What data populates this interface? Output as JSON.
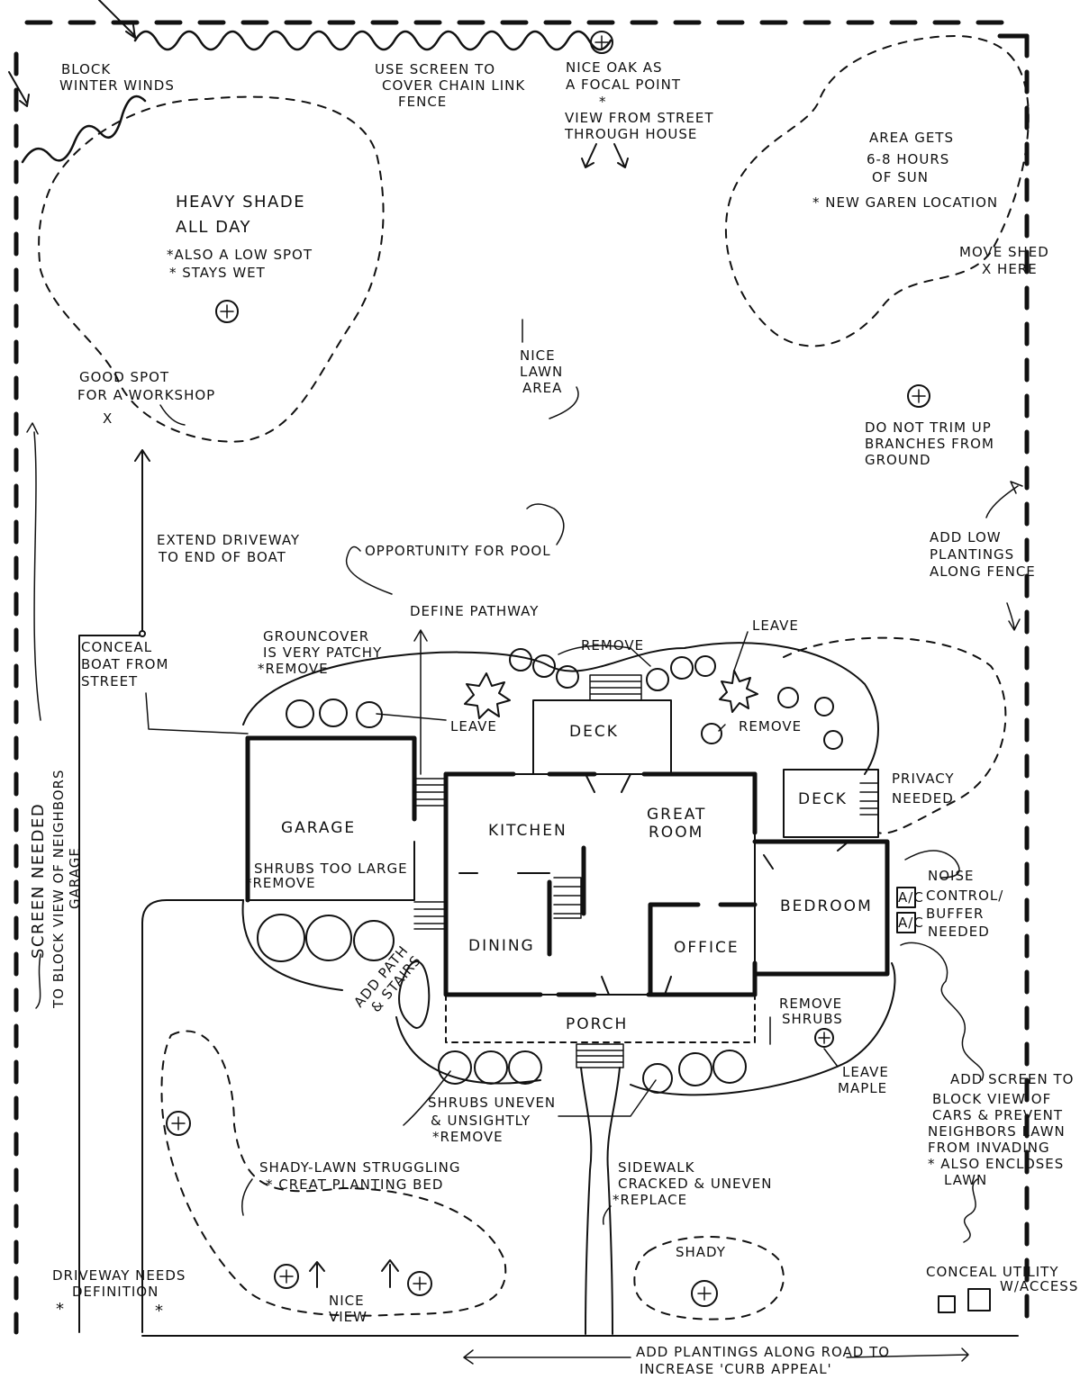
{
  "notes": {
    "block_winter_winds_1": "BLOCK",
    "block_winter_winds_2": "WINTER WINDS",
    "use_screen_1": "USE SCREEN TO",
    "use_screen_2": "COVER CHAIN LINK",
    "use_screen_3": "FENCE",
    "nice_oak_1": "NICE OAK AS",
    "nice_oak_2": "A FOCAL POINT",
    "nice_oak_3": "*",
    "view_street_1": "VIEW FROM STREET",
    "view_street_2": "THROUGH HOUSE",
    "sun_1": "AREA GETS",
    "sun_2": "6-8 HOURS",
    "sun_3": "OF SUN",
    "sun_4": "* NEW GAREN LOCATION",
    "move_shed_1": "MOVE SHED",
    "move_shed_2": "X HERE",
    "heavy_shade_1": "HEAVY SHADE",
    "heavy_shade_2": "ALL DAY",
    "heavy_shade_3": "*ALSO A LOW SPOT",
    "heavy_shade_4": "* STAYS WET",
    "nice_lawn_1": "NICE",
    "nice_lawn_2": "LAWN",
    "nice_lawn_3": "AREA",
    "workshop_1": "GOOD SPOT",
    "workshop_2": "FOR A WORKSHOP",
    "workshop_3": "X",
    "do_not_trim_1": "DO NOT TRIM UP",
    "do_not_trim_2": "BRANCHES FROM",
    "do_not_trim_3": "GROUND",
    "extend_driveway_1": "EXTEND DRIVEWAY",
    "extend_driveway_2": "TO END OF BOAT",
    "pool": "OPPORTUNITY FOR POOL",
    "add_low_1": "ADD LOW",
    "add_low_2": "PLANTINGS",
    "add_low_3": "ALONG FENCE",
    "define_pathway": "DEFINE PATHWAY",
    "conceal_boat_1": "CONCEAL",
    "conceal_boat_2": "BOAT FROM",
    "conceal_boat_3": "STREET",
    "groundcover_1": "GROUNCOVER",
    "groundcover_2": "IS VERY PATCHY",
    "groundcover_3": "*REMOVE",
    "remove_top": "REMOVE",
    "leave_top": "LEAVE",
    "leave_left": "LEAVE",
    "remove_right": "REMOVE",
    "privacy_1": "PRIVACY",
    "privacy_2": "NEEDED",
    "screen_needed_1": "SCREEN NEEDED",
    "screen_needed_2": "TO BLOCK VIEW OF NEIGHBORS",
    "screen_needed_3": "GARAGE",
    "shrubs_large_1": "SHRUBS TOO LARGE",
    "shrubs_large_2": "*REMOVE",
    "noise_1": "NOISE",
    "noise_2": "CONTROL/",
    "noise_3": "BUFFER",
    "noise_4": "NEEDED",
    "ac": "A/C",
    "add_path_1": "ADD PATH",
    "add_path_2": "& STAIRS",
    "remove_shrubs_1": "REMOVE",
    "remove_shrubs_2": "SHRUBS",
    "leave_maple_1": "LEAVE",
    "leave_maple_2": "MAPLE",
    "add_screen_1": "ADD SCREEN TO",
    "add_screen_2": "BLOCK VIEW OF",
    "add_screen_3": "CARS & PREVENT",
    "add_screen_4": "NEIGHBORS LAWN",
    "add_screen_5": "FROM INVADING",
    "add_screen_6": "* ALSO ENCLOSES",
    "add_screen_7": "LAWN",
    "shrubs_uneven_1": "SHRUBS UNEVEN",
    "shrubs_uneven_2": "& UNSIGHTLY",
    "shrubs_uneven_3": "*REMOVE",
    "shady_lawn_1": "SHADY-LAWN STRUGGLING",
    "shady_lawn_2": "* CREAT PLANTING BED",
    "sidewalk_1": "SIDEWALK",
    "sidewalk_2": "CRACKED & UNEVEN",
    "sidewalk_3": "*REPLACE",
    "shady": "SHADY",
    "conceal_utility_1": "CONCEAL UTILITY",
    "conceal_utility_2": "W/ACCESS",
    "driveway_def_1": "DRIVEWAY NEEDS",
    "driveway_def_2": "DEFINITION",
    "star": "*",
    "nice_view_1": "NICE",
    "nice_view_2": "VIEW",
    "curb_1": "ADD PLANTINGS ALONG ROAD TO",
    "curb_2": "INCREASE 'CURB APPEAL'"
  },
  "rooms": {
    "deck_back": "DECK",
    "deck_side": "DECK",
    "garage": "GARAGE",
    "kitchen": "KITCHEN",
    "great_room_1": "GREAT",
    "great_room_2": "ROOM",
    "bedroom": "BEDROOM",
    "dining": "DINING",
    "office": "OFFICE",
    "porch": "PORCH"
  },
  "colors": {
    "ink": "#111111",
    "paper": "#ffffff"
  }
}
